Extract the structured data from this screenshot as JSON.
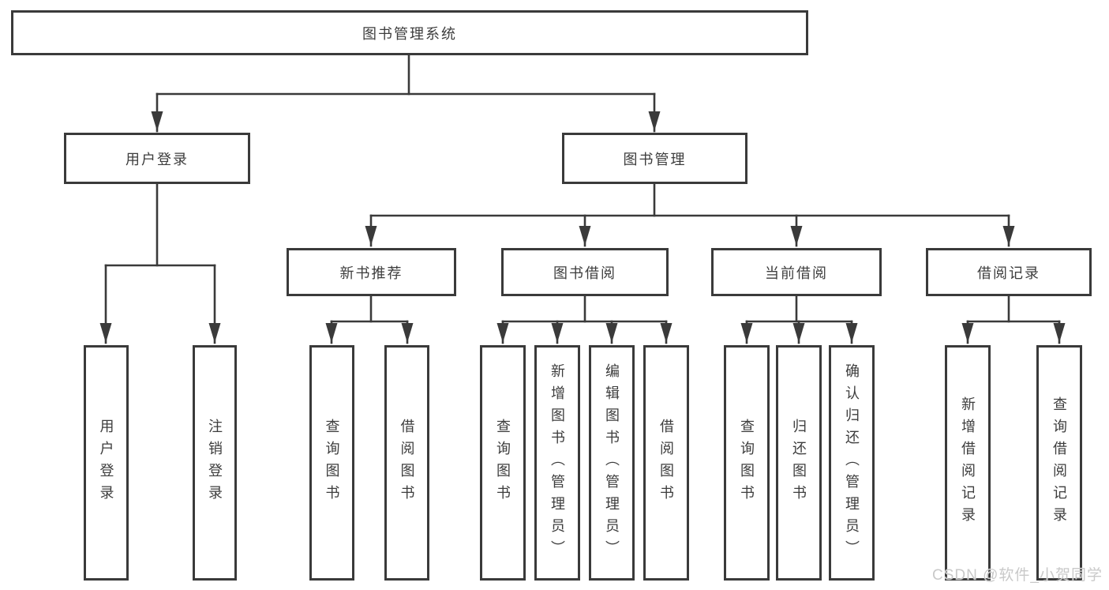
{
  "colors": {
    "line": "#3a3a3a",
    "box_border": "#3a3a3a",
    "text": "#3d3d3d",
    "background": "#ffffff",
    "watermark": "#c9c9c9"
  },
  "watermark": "CSDN @软件_小贺同学",
  "tree": {
    "label": "图书管理系统",
    "children": [
      {
        "label": "用户登录",
        "children": [
          {
            "label": "用户登录"
          },
          {
            "label": "注销登录"
          }
        ]
      },
      {
        "label": "图书管理",
        "children": [
          {
            "label": "新书推荐",
            "children": [
              {
                "label": "查询图书"
              },
              {
                "label": "借阅图书"
              }
            ]
          },
          {
            "label": "图书借阅",
            "children": [
              {
                "label": "查询图书"
              },
              {
                "label": "新增图书（管理员）"
              },
              {
                "label": "编辑图书（管理员）"
              },
              {
                "label": "借阅图书"
              }
            ]
          },
          {
            "label": "当前借阅",
            "children": [
              {
                "label": "查询图书"
              },
              {
                "label": "归还图书"
              },
              {
                "label": "确认归还（管理员）"
              }
            ]
          },
          {
            "label": "借阅记录",
            "children": [
              {
                "label": "新增借阅记录"
              },
              {
                "label": "查询借阅记录"
              }
            ]
          }
        ]
      }
    ]
  }
}
